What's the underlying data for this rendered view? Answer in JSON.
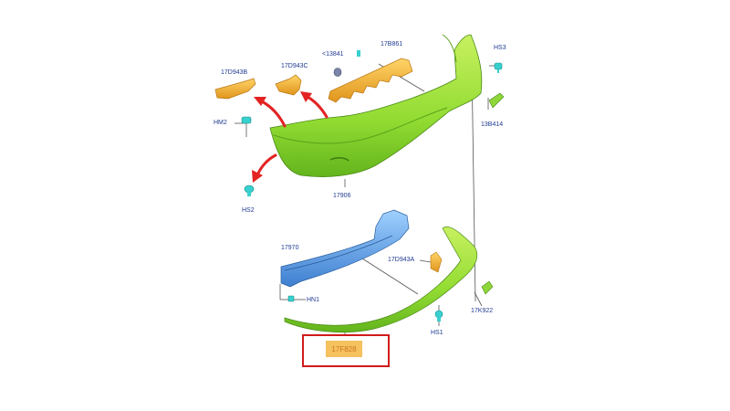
{
  "labels": {
    "l_17D943B": "17D943B",
    "l_17D943C": "17D943C",
    "l_13841": "<13841",
    "l_17B861": "17B861",
    "l_HS3": "HS3",
    "l_HM2": "HM2",
    "l_13B414": "13B414",
    "l_17906": "17906",
    "l_HS2": "HS2",
    "l_17970": "17970",
    "l_17D943A": "17D943A",
    "l_HN1": "HN1",
    "l_17K922": "17K922",
    "l_HS1": "HS1",
    "l_17F828": "17F828"
  },
  "colors": {
    "bumper_green": "#9be23a",
    "bracket_yellow": "#f2b632",
    "beam_blue": "#5a9be0",
    "clip_cyan": "#38d0cf",
    "arrow_red": "#e32222",
    "highlight_red": "#d11a1a",
    "label_blue": "#1f3a93"
  }
}
